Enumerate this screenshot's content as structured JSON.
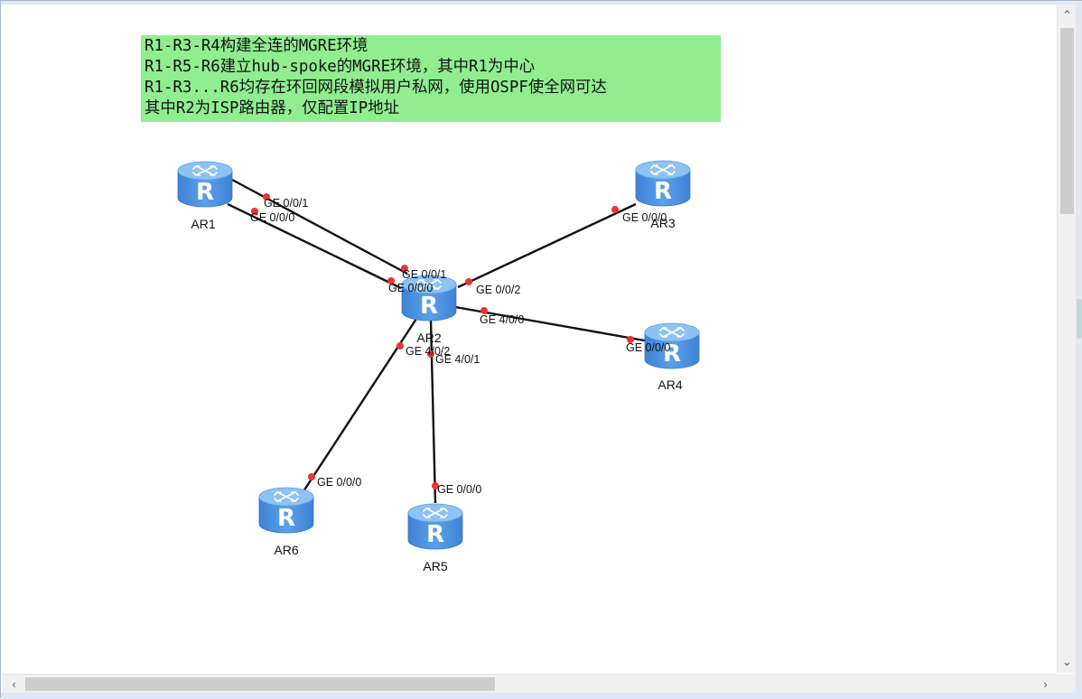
{
  "note": {
    "lines": [
      "R1-R3-R4构建全连的MGRE环境",
      "R1-R5-R6建立hub-spoke的MGRE环境，其中R1为中心",
      "R1-R3...R6均存在环回网段模拟用户私网，使用OSPF使全网可达",
      "其中R2为ISP路由器，仅配置IP地址"
    ],
    "background": "#90ee90"
  },
  "routers": [
    {
      "id": "AR1",
      "label": "AR1"
    },
    {
      "id": "AR2",
      "label": "AR2"
    },
    {
      "id": "AR3",
      "label": "AR3"
    },
    {
      "id": "AR4",
      "label": "AR4"
    },
    {
      "id": "AR5",
      "label": "AR5"
    },
    {
      "id": "AR6",
      "label": "AR6"
    }
  ],
  "links": [
    {
      "from": "AR1",
      "to": "AR2",
      "from_port": "GE 0/0/1",
      "to_port": "GE 0/0/1"
    },
    {
      "from": "AR1",
      "to": "AR2",
      "from_port": "GE 0/0/0",
      "to_port": "GE 0/0/0"
    },
    {
      "from": "AR2",
      "to": "AR3",
      "from_port": "GE 0/0/2",
      "to_port": "GE 0/0/0"
    },
    {
      "from": "AR2",
      "to": "AR4",
      "from_port": "GE 4/0/0",
      "to_port": "GE 0/0/0"
    },
    {
      "from": "AR2",
      "to": "AR5",
      "from_port": "GE 4/0/1",
      "to_port": "GE 0/0/0"
    },
    {
      "from": "AR2",
      "to": "AR6",
      "from_port": "GE 4/0/2",
      "to_port": "GE 0/0/0"
    }
  ],
  "colors": {
    "router_body": "#4a8fe0",
    "router_top": "#8dc2f5",
    "link": "#111111",
    "port_dot": "#ee3333"
  },
  "icons": {
    "router": "router-icon",
    "scroll_up": "chevron-up-icon",
    "scroll_down": "chevron-down-icon",
    "scroll_left": "chevron-left-icon",
    "scroll_right": "chevron-right-icon"
  }
}
